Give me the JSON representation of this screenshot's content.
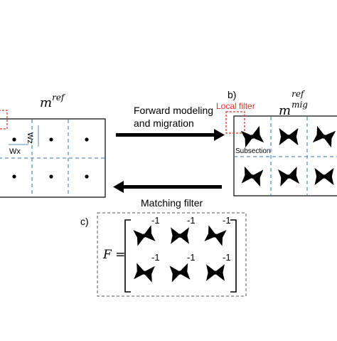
{
  "colors": {
    "background": "#ffffff",
    "box_border": "#000000",
    "grid_dashed": "#5b8fc7",
    "local_filter": "#d9352b",
    "dashed_frame": "#555555",
    "shape_fill": "#000000"
  },
  "left_panel": {
    "title_base": "m",
    "title_sup": "ref",
    "label_wx": "Wx",
    "label_wz": "Wz",
    "dots_grid": {
      "rows": 2,
      "cols": 3
    }
  },
  "right_panel": {
    "panel_letter": "b)",
    "title_base": "m",
    "title_sup": "ref",
    "title_sub": "mig",
    "local_filter_label": "Local filter",
    "subsection_label": "Subsection",
    "bowtie_grid": {
      "rows": 2,
      "cols": 3
    }
  },
  "arrows": {
    "forward_line1": "Forward modeling",
    "forward_line2": "and migration",
    "backward_label": "Matching filter"
  },
  "matrix_panel": {
    "panel_letter": "c)",
    "lhs": "F =",
    "exponent": "-1",
    "grid": {
      "rows": 2,
      "cols": 3
    }
  }
}
